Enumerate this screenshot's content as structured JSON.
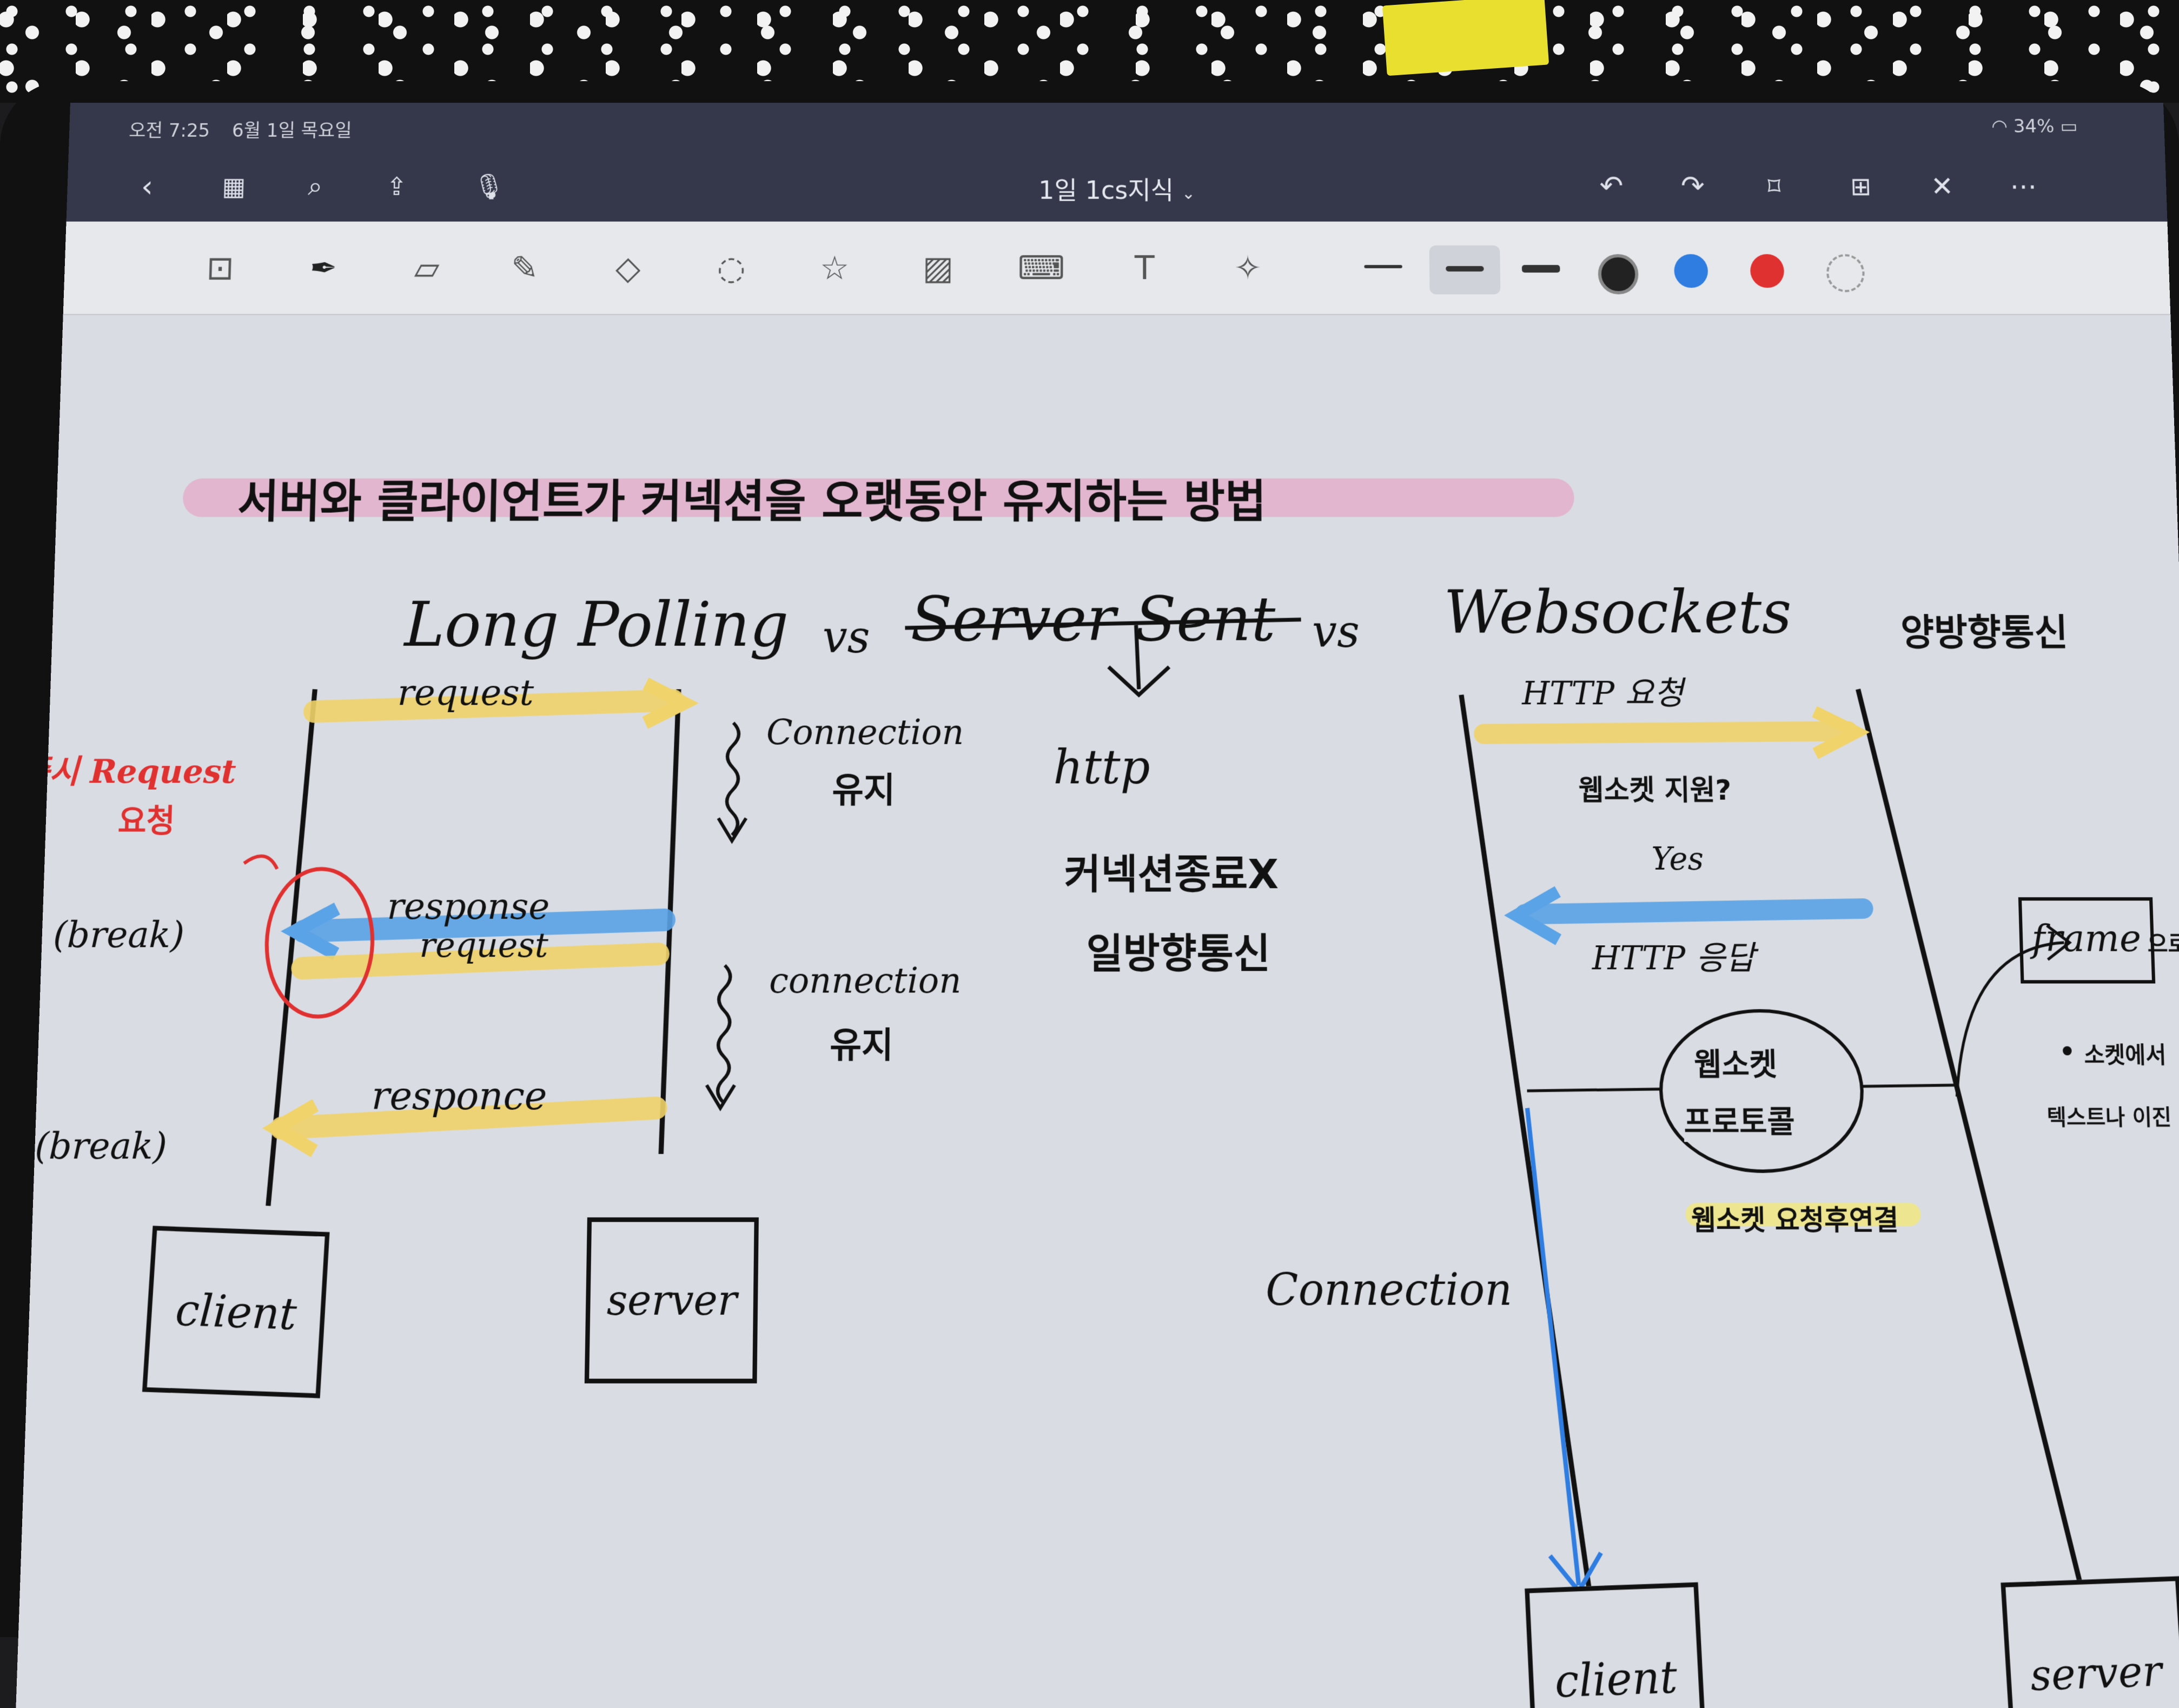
{
  "status_bar": {
    "time": "오전 7:25",
    "date": "6월 1일 목요일",
    "battery": "34%"
  },
  "document": {
    "title": "1일 1cs지식"
  },
  "colors": {
    "accent_blue": "#2f7de1",
    "accent_red": "#e03131",
    "highlight_yellow": "#f1d36b",
    "highlight_pink": "#e6a8c9"
  },
  "navbar_icons": [
    "back-icon",
    "grid-icon",
    "search-icon",
    "share-icon",
    "mic-icon",
    "undo-icon",
    "redo-icon",
    "bookmark-icon",
    "add-page-icon",
    "close-icon",
    "more-icon"
  ],
  "toolbar_icons": [
    "zoom-icon",
    "pen-icon",
    "eraser-icon",
    "highlighter-icon",
    "shapes-icon",
    "lasso-icon",
    "sticker-icon",
    "image-icon",
    "keyboard-icon",
    "text-icon",
    "laser-icon"
  ],
  "note": {
    "heading": "서버와 클라이언트가 커넥션을 오랫동안 유지하는 방법",
    "title_long_polling": "Long Polling",
    "vs1": "vs",
    "title_server_sent": "Server Sent",
    "vs2": "vs",
    "title_websockets": "Websockets",
    "bidirectional": "양방향통신",
    "lp": {
      "side_note_1": "즉시 Request",
      "side_note_2": "요청",
      "break1": "(break)",
      "break2": "(break)",
      "request1": "request",
      "response1": "response",
      "request2": "request",
      "response2": "responce",
      "connection1": "Connection",
      "keep1": "유지",
      "connection2": "connection",
      "keep2": "유지",
      "client": "client",
      "server": "server"
    },
    "sse": {
      "proto": "http",
      "note1": "커넥션종료X",
      "note2": "일방향통신"
    },
    "ws": {
      "http_request": "HTTP 요청",
      "ws_support": "웹소켓 지원?",
      "yes": "Yes",
      "http_response": "HTTP 응답",
      "protocol_1": "웹소켓",
      "protocol_2": "프로토콜",
      "ws_connect": "웹소켓 요청후연결",
      "connection": "Connection",
      "frame": "frame",
      "frame_suffix": "으로 ",
      "bullet_1": "소켓에서",
      "bullet_2": "텍스트나 이진",
      "client": "client",
      "server": "server"
    }
  }
}
